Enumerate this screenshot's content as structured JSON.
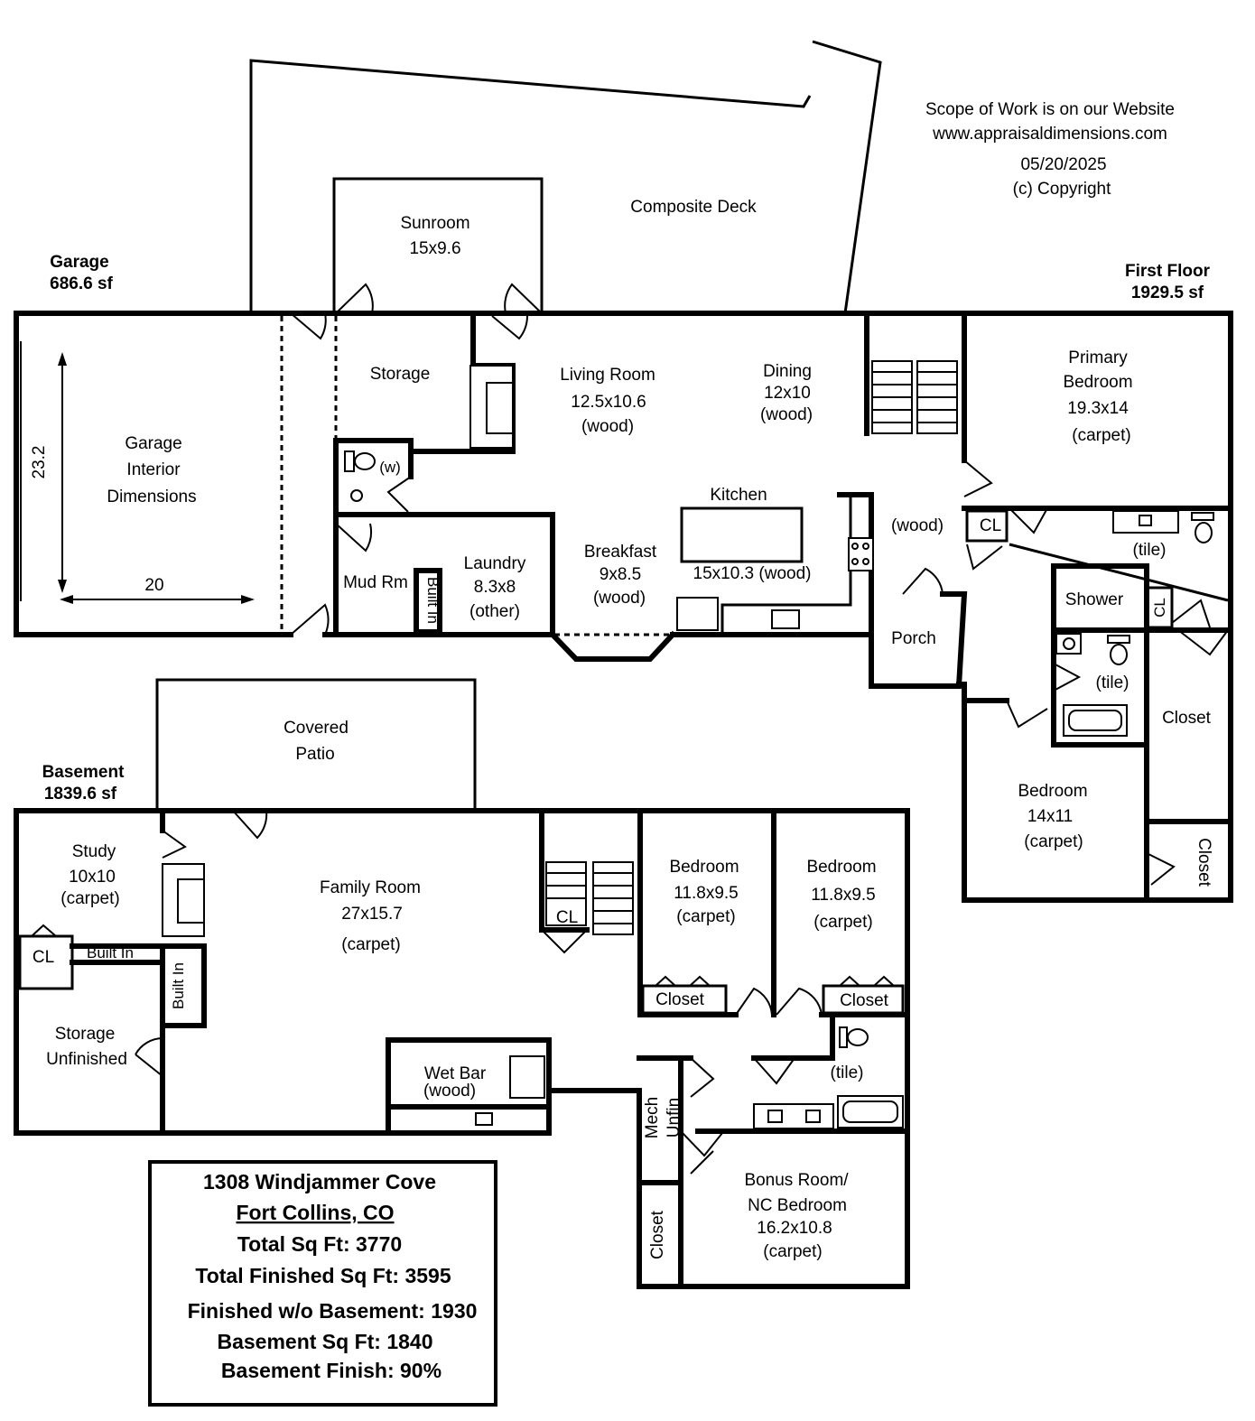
{
  "header": {
    "line1": "Scope of Work is on our Website",
    "line2": "www.appraisaldimensions.com",
    "date": "05/20/2025",
    "copyright": "(c) Copyright"
  },
  "garage": {
    "title": "Garage",
    "area": "686.6 sf",
    "interior_l1": "Garage",
    "interior_l2": "Interior",
    "interior_l3": "Dimensions",
    "dim_vertical": "23.2",
    "dim_horizontal": "20"
  },
  "first_floor": {
    "title": "First Floor",
    "area": "1929.5 sf",
    "composite_deck": "Composite Deck",
    "sunroom": {
      "name": "Sunroom",
      "size": "15x9.6"
    },
    "storage": "Storage",
    "half_bath": "(w)",
    "mud_room": "Mud Rm",
    "built_in": "Built In",
    "laundry": {
      "name": "Laundry",
      "size": "8.3x8",
      "floor": "(other)"
    },
    "living_room": {
      "name": "Living Room",
      "size": "12.5x10.6",
      "floor": "(wood)"
    },
    "dining": {
      "name": "Dining",
      "size": "12x10",
      "floor": "(wood)"
    },
    "kitchen": {
      "name": "Kitchen",
      "size": "15x10.3",
      "floor": "(wood)"
    },
    "breakfast": {
      "name": "Breakfast",
      "size": "9x8.5",
      "floor": "(wood)"
    },
    "hall_floor": "(wood)",
    "porch": "Porch",
    "primary_bedroom": {
      "name_l1": "Primary",
      "name_l2": "Bedroom",
      "size": "19.3x14",
      "floor": "(carpet)"
    },
    "cl_1": "CL",
    "primary_bath_floor": "(tile)",
    "shower": "Shower",
    "cl_2": "CL",
    "bath2_floor": "(tile)",
    "closet_1": "Closet",
    "bedroom": {
      "name": "Bedroom",
      "size": "14x11",
      "floor": "(carpet)"
    },
    "closet_2": "Closet"
  },
  "basement": {
    "title": "Basement",
    "area": "1839.6 sf",
    "covered_patio_l1": "Covered",
    "covered_patio_l2": "Patio",
    "study": {
      "name": "Study",
      "size": "10x10",
      "floor": "(carpet)"
    },
    "cl_study": "CL",
    "built_in_h": "Built In",
    "built_in_v": "Built In",
    "storage_l1": "Storage",
    "storage_l2": "Unfinished",
    "family_room": {
      "name": "Family Room",
      "size": "27x15.7",
      "floor": "(carpet)"
    },
    "cl_stairs": "CL",
    "wet_bar": {
      "name": "Wet Bar",
      "floor": "(wood)"
    },
    "bedroom_a": {
      "name": "Bedroom",
      "size": "11.8x9.5",
      "floor": "(carpet)"
    },
    "bedroom_b": {
      "name": "Bedroom",
      "size": "11.8x9.5",
      "floor": "(carpet)"
    },
    "closet_a": "Closet",
    "closet_b": "Closet",
    "bath_floor": "(tile)",
    "mech": "Mech",
    "unfin": "Unfin",
    "closet_c": "Closet",
    "bonus_room": {
      "name_l1": "Bonus Room/",
      "name_l2": "NC Bedroom",
      "size": "16.2x10.8",
      "floor": "(carpet)"
    }
  },
  "summary": {
    "address": "1308 Windjammer Cove",
    "city": "Fort Collins, CO",
    "total_sqft": "Total Sq Ft: 3770",
    "total_finished": "Total Finished Sq Ft: 3595",
    "finished_wo_basement": "Finished w/o Basement: 1930",
    "basement_sqft": "Basement Sq Ft: 1840",
    "basement_finish": "Basement Finish: 90%"
  }
}
